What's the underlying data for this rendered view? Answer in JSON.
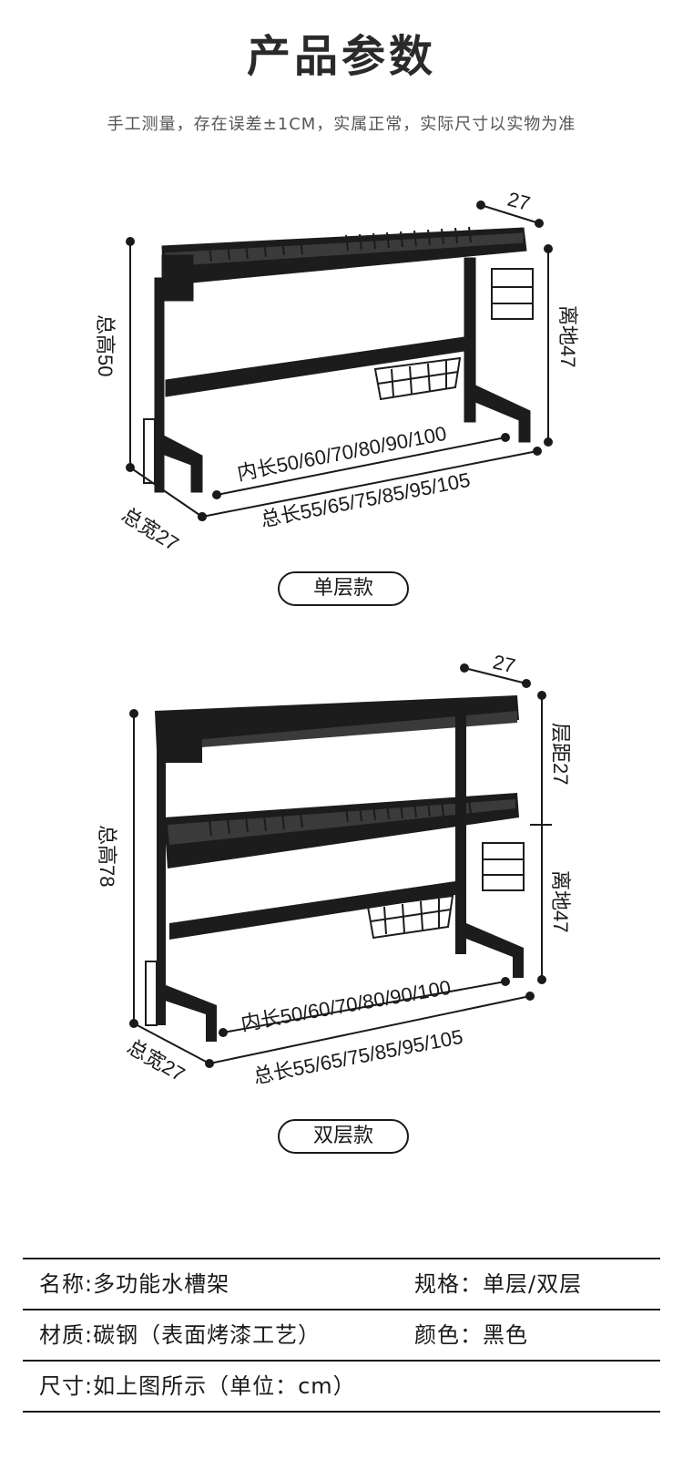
{
  "header": {
    "title": "产品参数",
    "subtitle": "手工测量，存在误差±1CM，实属正常，实际尺寸以实物为准"
  },
  "single": {
    "depth_top": "27",
    "total_height": "总高50",
    "ground_clearance": "离地47",
    "inner_length": "内长50/60/70/80/90/100",
    "total_length": "总长55/65/75/85/95/105",
    "total_width": "总宽27",
    "label": "单层款"
  },
  "double": {
    "depth_top": "27",
    "total_height": "总高78",
    "layer_spacing": "层距27",
    "ground_clearance": "离地47",
    "inner_length": "内长50/60/70/80/90/100",
    "total_length": "总长55/65/75/85/95/105",
    "total_width": "总宽27",
    "label": "双层款"
  },
  "specs": {
    "name": "名称:多功能水槽架",
    "spec": "规格：单层/双层",
    "material": "材质:碳钢（表面烤漆工艺）",
    "color": "颜色：黑色",
    "size": "尺寸:如上图所示（单位：cm）"
  },
  "colors": {
    "rack": "#1c1c1c",
    "rack_highlight": "#3a3a3a",
    "dim_line": "#1a1a1a"
  }
}
